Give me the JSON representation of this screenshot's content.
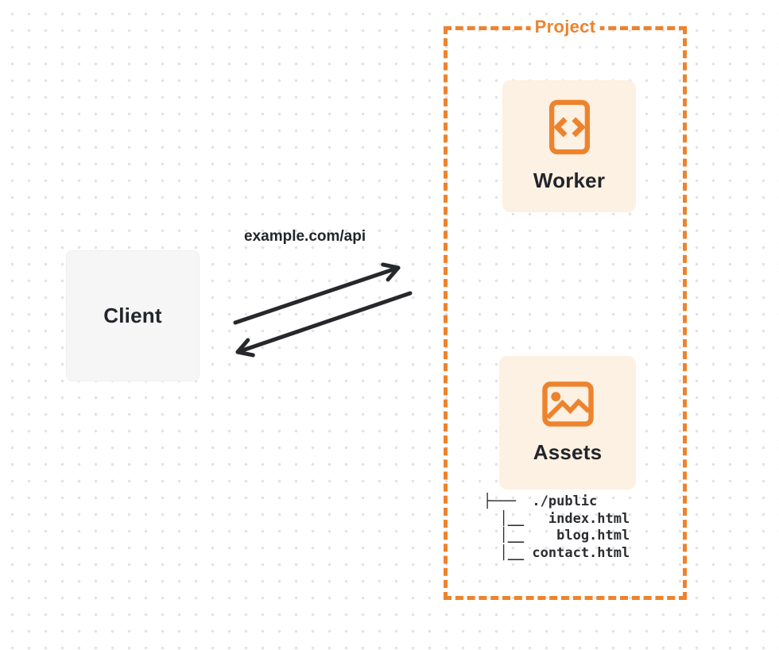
{
  "diagram": {
    "client": {
      "label": "Client"
    },
    "request": {
      "label": "example.com/api"
    },
    "project": {
      "label": "Project",
      "worker": {
        "label": "Worker",
        "icon": "code-icon"
      },
      "assets": {
        "label": "Assets",
        "icon": "image-icon"
      },
      "file_tree": {
        "lines": [
          "├───  ./public",
          "  │__   index.html",
          "  │__    blog.html",
          "  │__ contact.html"
        ]
      }
    },
    "colors": {
      "accent_orange": "#ed832d",
      "card_background": "#fcf1e2",
      "client_background": "#f6f6f7",
      "arrow": "#26282b",
      "text_dark": "#22252a",
      "dot_grid": "#e3e3e6"
    }
  }
}
